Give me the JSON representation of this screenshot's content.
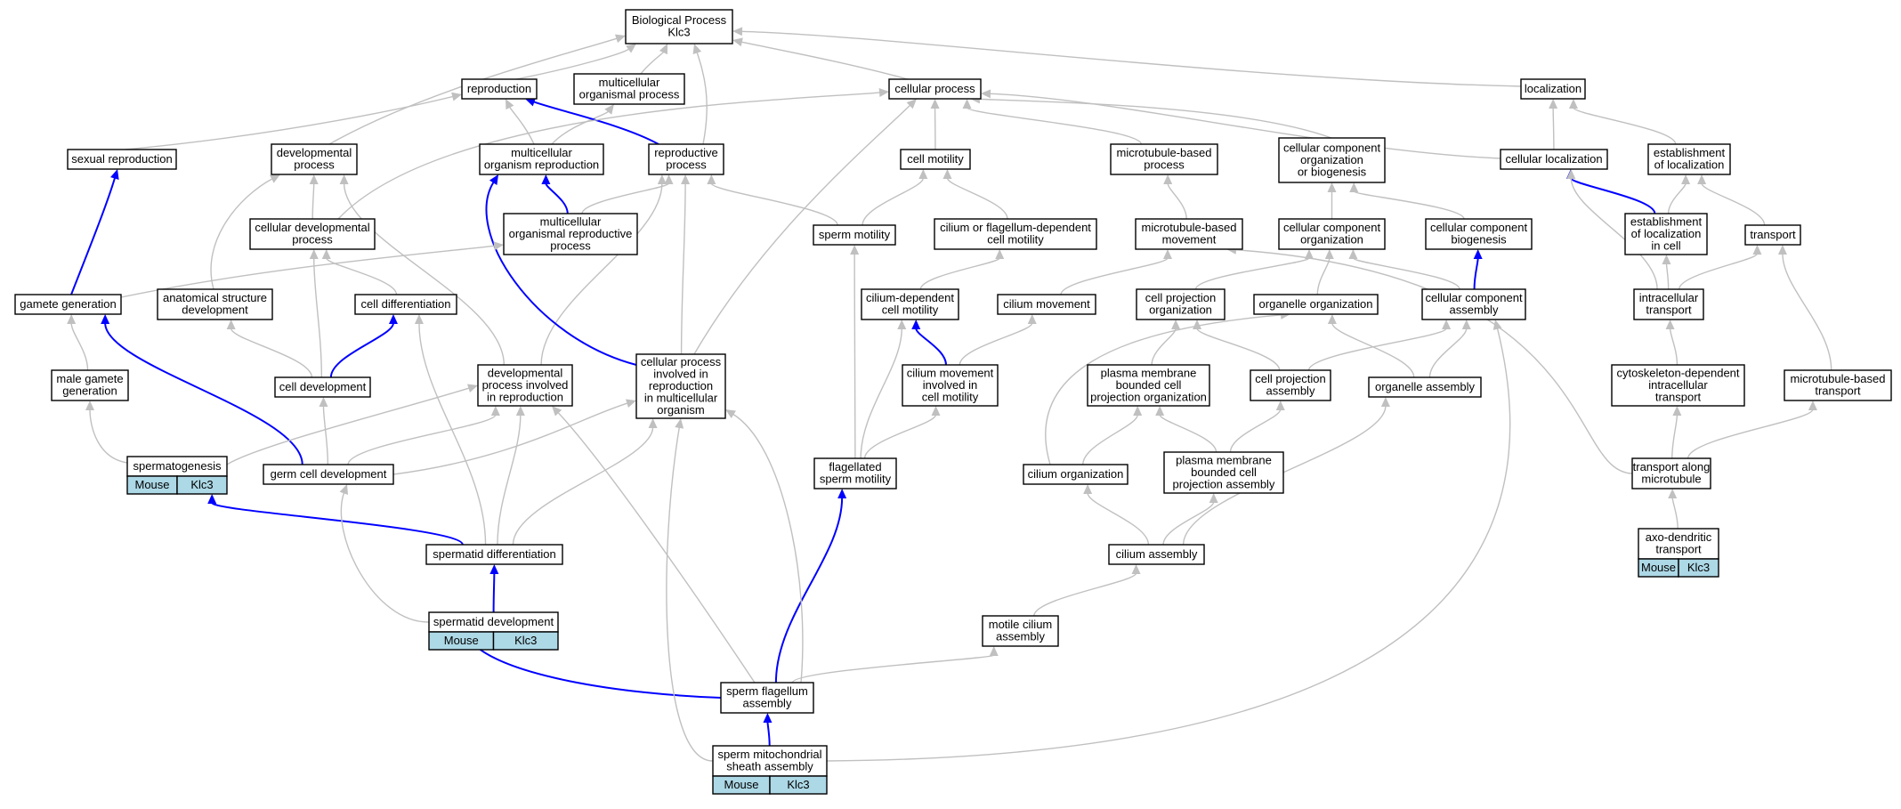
{
  "colors": {
    "background": "#ffffff",
    "node_border": "#000000",
    "annotation_fill": "#add8e6",
    "is_a_edge": "#c0c0c0",
    "part_of_edge": "#0000ff"
  },
  "nodes": {
    "bp": [
      "Biological Process",
      "Klc3"
    ],
    "reproduction": [
      "reproduction"
    ],
    "multicell_proc": [
      "multicellular",
      "organismal process"
    ],
    "cellular_process": [
      "cellular process"
    ],
    "localization": [
      "localization"
    ],
    "sexual_repro": [
      "sexual reproduction"
    ],
    "dev_process": [
      "developmental",
      "process"
    ],
    "multicell_org_repro": [
      "multicellular",
      "organism reproduction"
    ],
    "repro_process": [
      "reproductive",
      "process"
    ],
    "cell_motility": [
      "cell motility"
    ],
    "mt_based_process": [
      "microtubule-based",
      "process"
    ],
    "ccob": [
      "cellular component",
      "organization",
      "or biogenesis"
    ],
    "cell_localization": [
      "cellular localization"
    ],
    "est_loc": [
      "establishment",
      "of localization"
    ],
    "cell_dev_process": [
      "cellular developmental",
      "process"
    ],
    "multicell_org_repro_proc": [
      "multicellular",
      "organismal reproductive",
      "process"
    ],
    "sperm_motility": [
      "sperm motility"
    ],
    "cilium_flag_motility": [
      "cilium or flagellum-dependent",
      "cell motility"
    ],
    "mt_based_movement": [
      "microtubule-based",
      "movement"
    ],
    "cc_org": [
      "cellular component",
      "organization"
    ],
    "cc_biogen": [
      "cellular component",
      "biogenesis"
    ],
    "est_loc_cell": [
      "establishment",
      "of localization",
      "in cell"
    ],
    "transport": [
      "transport"
    ],
    "gamete_gen": [
      "gamete generation"
    ],
    "anat_struct_dev": [
      "anatomical structure",
      "development"
    ],
    "cell_diff": [
      "cell differentiation"
    ],
    "cilium_dep_motility": [
      "cilium-dependent",
      "cell motility"
    ],
    "cilium_movement": [
      "cilium movement"
    ],
    "cell_proj_org": [
      "cell projection",
      "organization"
    ],
    "organelle_org": [
      "organelle organization"
    ],
    "cc_assembly": [
      "cellular component",
      "assembly"
    ],
    "intracell_transport": [
      "intracellular",
      "transport"
    ],
    "male_gamete_gen": [
      "male gamete",
      "generation"
    ],
    "cell_dev": [
      "cell development"
    ],
    "dev_proc_repro": [
      "developmental",
      "process involved",
      "in reproduction"
    ],
    "cp_repro_multicell": [
      "cellular process",
      "involved in",
      "reproduction",
      "in multicellular",
      "organism"
    ],
    "cilium_mov_motility": [
      "cilium movement",
      "involved in",
      "cell motility"
    ],
    "pm_cell_proj_org": [
      "plasma membrane",
      "bounded cell",
      "projection organization"
    ],
    "cell_proj_assembly": [
      "cell projection",
      "assembly"
    ],
    "organelle_assembly": [
      "organelle assembly"
    ],
    "cyto_transport": [
      "cytoskeleton-dependent",
      "intracellular",
      "transport"
    ],
    "mt_transport": [
      "microtubule-based",
      "transport"
    ],
    "spermatogenesis": [
      "spermatogenesis"
    ],
    "germ_cell_dev": [
      "germ cell development"
    ],
    "flag_sperm_motility": [
      "flagellated",
      "sperm motility"
    ],
    "cilium_org": [
      "cilium organization"
    ],
    "pm_cell_proj_assembly": [
      "plasma membrane",
      "bounded cell",
      "projection assembly"
    ],
    "transport_along_mt": [
      "transport along",
      "microtubule"
    ],
    "axo_dendritic": [
      "axo-dendritic",
      "transport"
    ],
    "spermatid_diff": [
      "spermatid differentiation"
    ],
    "cilium_assembly": [
      "cilium assembly"
    ],
    "spermatid_dev": [
      "spermatid development"
    ],
    "motile_cilium_assembly": [
      "motile cilium",
      "assembly"
    ],
    "sperm_flag_assembly": [
      "sperm flagellum",
      "assembly"
    ],
    "sperm_mito_sheath": [
      "sperm mitochondrial",
      "sheath assembly"
    ]
  },
  "annotations": {
    "spermatogenesis": [
      "Mouse",
      "Klc3"
    ],
    "spermatid_dev": [
      "Mouse",
      "Klc3"
    ],
    "sperm_mito_sheath": [
      "Mouse",
      "Klc3"
    ],
    "axo_dendritic": [
      "Mouse",
      "Klc3"
    ]
  },
  "edges": [
    {
      "from": "reproduction",
      "to": "bp",
      "rel": "is_a"
    },
    {
      "from": "multicell_proc",
      "to": "bp",
      "rel": "is_a"
    },
    {
      "from": "cellular_process",
      "to": "bp",
      "rel": "is_a"
    },
    {
      "from": "localization",
      "to": "bp",
      "rel": "is_a"
    },
    {
      "from": "dev_process",
      "to": "bp",
      "rel": "is_a"
    },
    {
      "from": "repro_process",
      "to": "bp",
      "rel": "is_a"
    },
    {
      "from": "sexual_repro",
      "to": "reproduction",
      "rel": "is_a"
    },
    {
      "from": "multicell_org_repro",
      "to": "reproduction",
      "rel": "is_a"
    },
    {
      "from": "multicell_org_repro",
      "to": "multicell_proc",
      "rel": "is_a"
    },
    {
      "from": "repro_process",
      "to": "reproduction",
      "rel": "part_of"
    },
    {
      "from": "cell_dev_process",
      "to": "cellular_process",
      "rel": "is_a"
    },
    {
      "from": "cell_motility",
      "to": "cellular_process",
      "rel": "is_a"
    },
    {
      "from": "mt_based_process",
      "to": "cellular_process",
      "rel": "is_a"
    },
    {
      "from": "ccob",
      "to": "cellular_process",
      "rel": "is_a"
    },
    {
      "from": "cell_localization",
      "to": "cellular_process",
      "rel": "is_a"
    },
    {
      "from": "cp_repro_multicell",
      "to": "cellular_process",
      "rel": "is_a"
    },
    {
      "from": "cell_localization",
      "to": "localization",
      "rel": "is_a"
    },
    {
      "from": "est_loc",
      "to": "localization",
      "rel": "is_a"
    },
    {
      "from": "cell_dev_process",
      "to": "dev_process",
      "rel": "is_a"
    },
    {
      "from": "anat_struct_dev",
      "to": "dev_process",
      "rel": "is_a"
    },
    {
      "from": "dev_proc_repro",
      "to": "dev_process",
      "rel": "is_a"
    },
    {
      "from": "multicell_org_repro_proc",
      "to": "multicell_org_repro",
      "rel": "part_of"
    },
    {
      "from": "multicell_org_repro_proc",
      "to": "repro_process",
      "rel": "is_a"
    },
    {
      "from": "sperm_motility",
      "to": "repro_process",
      "rel": "is_a"
    },
    {
      "from": "dev_proc_repro",
      "to": "repro_process",
      "rel": "is_a"
    },
    {
      "from": "cp_repro_multicell",
      "to": "repro_process",
      "rel": "is_a"
    },
    {
      "from": "cp_repro_multicell",
      "to": "multicell_org_repro",
      "rel": "part_of"
    },
    {
      "from": "gamete_gen",
      "to": "sexual_repro",
      "rel": "part_of"
    },
    {
      "from": "gamete_gen",
      "to": "multicell_org_repro_proc",
      "rel": "is_a"
    },
    {
      "from": "sperm_motility",
      "to": "cell_motility",
      "rel": "is_a"
    },
    {
      "from": "cilium_flag_motility",
      "to": "cell_motility",
      "rel": "is_a"
    },
    {
      "from": "mt_based_movement",
      "to": "mt_based_process",
      "rel": "is_a"
    },
    {
      "from": "cc_org",
      "to": "ccob",
      "rel": "is_a"
    },
    {
      "from": "cc_biogen",
      "to": "ccob",
      "rel": "is_a"
    },
    {
      "from": "est_loc_cell",
      "to": "cell_localization",
      "rel": "part_of"
    },
    {
      "from": "est_loc_cell",
      "to": "est_loc",
      "rel": "is_a"
    },
    {
      "from": "transport",
      "to": "est_loc",
      "rel": "is_a"
    },
    {
      "from": "intracell_transport",
      "to": "cell_localization",
      "rel": "is_a"
    },
    {
      "from": "cc_assembly",
      "to": "cc_biogen",
      "rel": "part_of"
    },
    {
      "from": "cc_assembly",
      "to": "cc_org",
      "rel": "is_a"
    },
    {
      "from": "organelle_org",
      "to": "cc_org",
      "rel": "is_a"
    },
    {
      "from": "cell_proj_org",
      "to": "cc_org",
      "rel": "is_a"
    },
    {
      "from": "intracell_transport",
      "to": "est_loc_cell",
      "rel": "is_a"
    },
    {
      "from": "intracell_transport",
      "to": "transport",
      "rel": "is_a"
    },
    {
      "from": "mt_transport",
      "to": "transport",
      "rel": "is_a"
    },
    {
      "from": "cilium_dep_motility",
      "to": "cilium_flag_motility",
      "rel": "is_a"
    },
    {
      "from": "cilium_movement",
      "to": "mt_based_movement",
      "rel": "is_a"
    },
    {
      "from": "transport_along_mt",
      "to": "mt_based_movement",
      "rel": "is_a"
    },
    {
      "from": "cilium_mov_motility",
      "to": "cilium_dep_motility",
      "rel": "part_of"
    },
    {
      "from": "cilium_mov_motility",
      "to": "cilium_movement",
      "rel": "is_a"
    },
    {
      "from": "male_gamete_gen",
      "to": "gamete_gen",
      "rel": "is_a"
    },
    {
      "from": "cell_dev",
      "to": "cell_dev_process",
      "rel": "is_a"
    },
    {
      "from": "cell_dev",
      "to": "anat_struct_dev",
      "rel": "is_a"
    },
    {
      "from": "cell_dev",
      "to": "cell_diff",
      "rel": "part_of"
    },
    {
      "from": "cell_diff",
      "to": "cell_dev_process",
      "rel": "is_a"
    },
    {
      "from": "germ_cell_dev",
      "to": "gamete_gen",
      "rel": "part_of"
    },
    {
      "from": "germ_cell_dev",
      "to": "cell_dev",
      "rel": "is_a"
    },
    {
      "from": "germ_cell_dev",
      "to": "dev_proc_repro",
      "rel": "is_a"
    },
    {
      "from": "germ_cell_dev",
      "to": "cp_repro_multicell",
      "rel": "is_a"
    },
    {
      "from": "spermatogenesis",
      "to": "male_gamete_gen",
      "rel": "is_a"
    },
    {
      "from": "spermatogenesis",
      "to": "dev_proc_repro",
      "rel": "is_a"
    },
    {
      "from": "spermatid_diff",
      "to": "spermatogenesis",
      "rel": "part_of"
    },
    {
      "from": "spermatid_diff",
      "to": "cell_diff",
      "rel": "is_a"
    },
    {
      "from": "spermatid_diff",
      "to": "dev_proc_repro",
      "rel": "is_a"
    },
    {
      "from": "spermatid_diff",
      "to": "cp_repro_multicell",
      "rel": "is_a"
    },
    {
      "from": "spermatid_dev",
      "to": "spermatid_diff",
      "rel": "part_of"
    },
    {
      "from": "spermatid_dev",
      "to": "germ_cell_dev",
      "rel": "is_a"
    },
    {
      "from": "flag_sperm_motility",
      "to": "sperm_motility",
      "rel": "is_a"
    },
    {
      "from": "flag_sperm_motility",
      "to": "cilium_dep_motility",
      "rel": "is_a"
    },
    {
      "from": "flag_sperm_motility",
      "to": "cilium_mov_motility",
      "rel": "is_a"
    },
    {
      "from": "pm_cell_proj_org",
      "to": "cell_proj_org",
      "rel": "is_a"
    },
    {
      "from": "cell_proj_assembly",
      "to": "cell_proj_org",
      "rel": "is_a"
    },
    {
      "from": "cell_proj_assembly",
      "to": "cc_assembly",
      "rel": "is_a"
    },
    {
      "from": "organelle_assembly",
      "to": "organelle_org",
      "rel": "is_a"
    },
    {
      "from": "organelle_assembly",
      "to": "cc_assembly",
      "rel": "is_a"
    },
    {
      "from": "cilium_org",
      "to": "pm_cell_proj_org",
      "rel": "is_a"
    },
    {
      "from": "cilium_org",
      "to": "organelle_org",
      "rel": "is_a"
    },
    {
      "from": "pm_cell_proj_assembly",
      "to": "pm_cell_proj_org",
      "rel": "is_a"
    },
    {
      "from": "pm_cell_proj_assembly",
      "to": "cell_proj_assembly",
      "rel": "is_a"
    },
    {
      "from": "cilium_assembly",
      "to": "cilium_org",
      "rel": "is_a"
    },
    {
      "from": "cilium_assembly",
      "to": "pm_cell_proj_assembly",
      "rel": "is_a"
    },
    {
      "from": "cilium_assembly",
      "to": "organelle_assembly",
      "rel": "is_a"
    },
    {
      "from": "cyto_transport",
      "to": "intracell_transport",
      "rel": "is_a"
    },
    {
      "from": "transport_along_mt",
      "to": "cyto_transport",
      "rel": "is_a"
    },
    {
      "from": "transport_along_mt",
      "to": "mt_transport",
      "rel": "is_a"
    },
    {
      "from": "axo_dendritic",
      "to": "transport_along_mt",
      "rel": "is_a"
    },
    {
      "from": "motile_cilium_assembly",
      "to": "cilium_assembly",
      "rel": "is_a"
    },
    {
      "from": "sperm_flag_assembly",
      "to": "spermatid_dev",
      "rel": "part_of"
    },
    {
      "from": "sperm_flag_assembly",
      "to": "flag_sperm_motility",
      "rel": "part_of"
    },
    {
      "from": "sperm_flag_assembly",
      "to": "motile_cilium_assembly",
      "rel": "is_a"
    },
    {
      "from": "sperm_flag_assembly",
      "to": "dev_proc_repro",
      "rel": "is_a"
    },
    {
      "from": "sperm_flag_assembly",
      "to": "cp_repro_multicell",
      "rel": "is_a"
    },
    {
      "from": "sperm_mito_sheath",
      "to": "sperm_flag_assembly",
      "rel": "part_of"
    },
    {
      "from": "sperm_mito_sheath",
      "to": "cc_assembly",
      "rel": "is_a"
    },
    {
      "from": "sperm_mito_sheath",
      "to": "cp_repro_multicell",
      "rel": "is_a"
    }
  ]
}
